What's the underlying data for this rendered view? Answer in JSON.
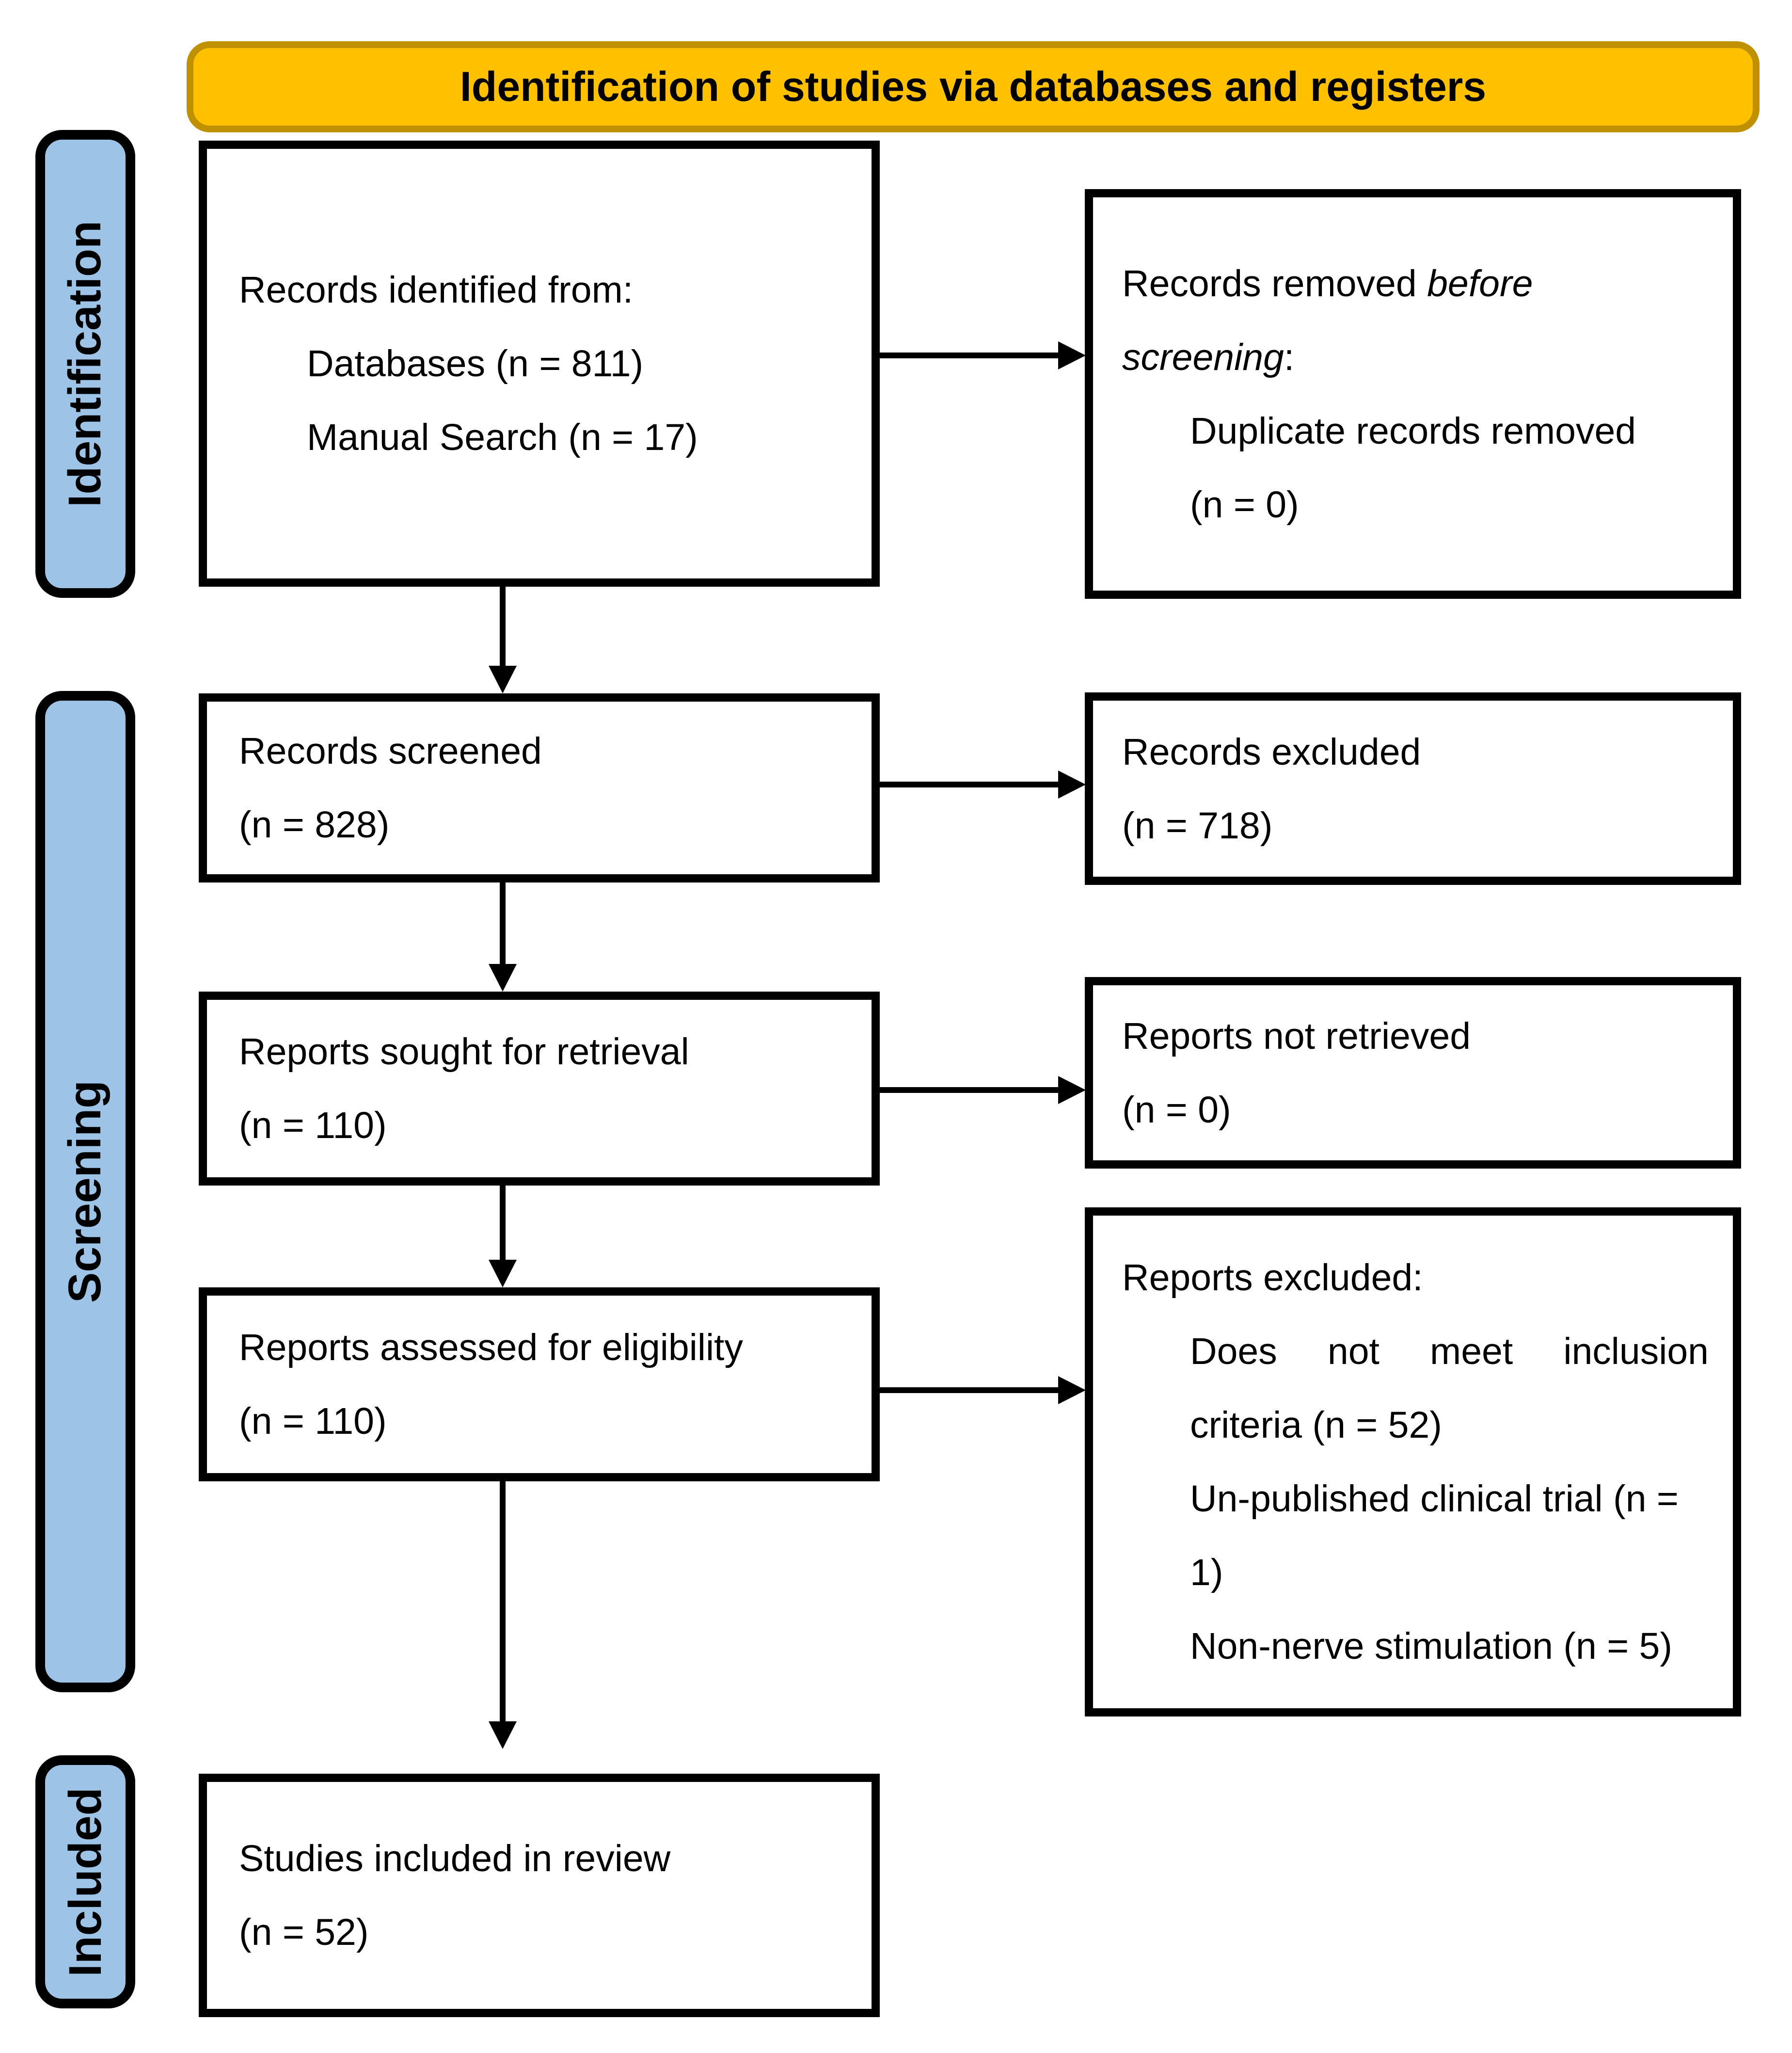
{
  "banner": {
    "title": "Identification of studies via databases and registers"
  },
  "sidebar": {
    "identification": "Identification",
    "screening": "Screening",
    "included": "Included"
  },
  "boxes": {
    "records_identified": {
      "lines": [
        {
          "text": "Records identified from:"
        },
        {
          "text": "Databases (n = 811)",
          "indent": true
        },
        {
          "text": "Manual Search (n = 17)",
          "indent": true
        }
      ]
    },
    "records_removed": {
      "lines": [
        {
          "segments": [
            {
              "t": "Records removed "
            },
            {
              "t": "before",
              "italic": true
            }
          ]
        },
        {
          "segments": [
            {
              "t": "screening",
              "italic": true
            },
            {
              "t": ":"
            }
          ]
        },
        {
          "text": "Duplicate records removed",
          "indent": true
        },
        {
          "text": "(n = 0)",
          "indent": true
        }
      ]
    },
    "records_screened": {
      "lines": [
        {
          "text": "Records screened"
        },
        {
          "text": "(n = 828)"
        }
      ]
    },
    "records_excluded": {
      "lines": [
        {
          "text": "Records excluded"
        },
        {
          "text": "(n = 718)"
        }
      ]
    },
    "reports_sought": {
      "lines": [
        {
          "text": "Reports sought for retrieval"
        },
        {
          "text": "(n = 110)"
        }
      ]
    },
    "reports_not_retrieved": {
      "lines": [
        {
          "text": "Reports not retrieved"
        },
        {
          "text": "(n = 0)"
        }
      ]
    },
    "reports_assessed": {
      "lines": [
        {
          "text": "Reports assessed for eligibility"
        },
        {
          "text": "(n = 110)"
        }
      ]
    },
    "reports_excluded": {
      "lines": [
        {
          "text": "Reports excluded:"
        },
        {
          "text": "Does not meet inclusion",
          "indent": true,
          "justify": true
        },
        {
          "text": "criteria (n = 52)",
          "indent": true
        },
        {
          "text": "Un-published clinical trial (n =",
          "indent": true
        },
        {
          "text": "1)",
          "indent": true
        },
        {
          "text": "Non-nerve stimulation (n = 5)",
          "indent": true
        }
      ]
    },
    "studies_included": {
      "lines": [
        {
          "text": "Studies included in review"
        },
        {
          "text": "(n = 52)"
        }
      ]
    }
  },
  "colors": {
    "banner_fill": "#FFC000",
    "banner_border": "#BF9000",
    "sidebar_fill": "#9DC3E6",
    "sidebar_border": "#000000",
    "box_border": "#000000",
    "arrow": "#000000",
    "background": "#FFFFFF",
    "text": "#000000"
  }
}
